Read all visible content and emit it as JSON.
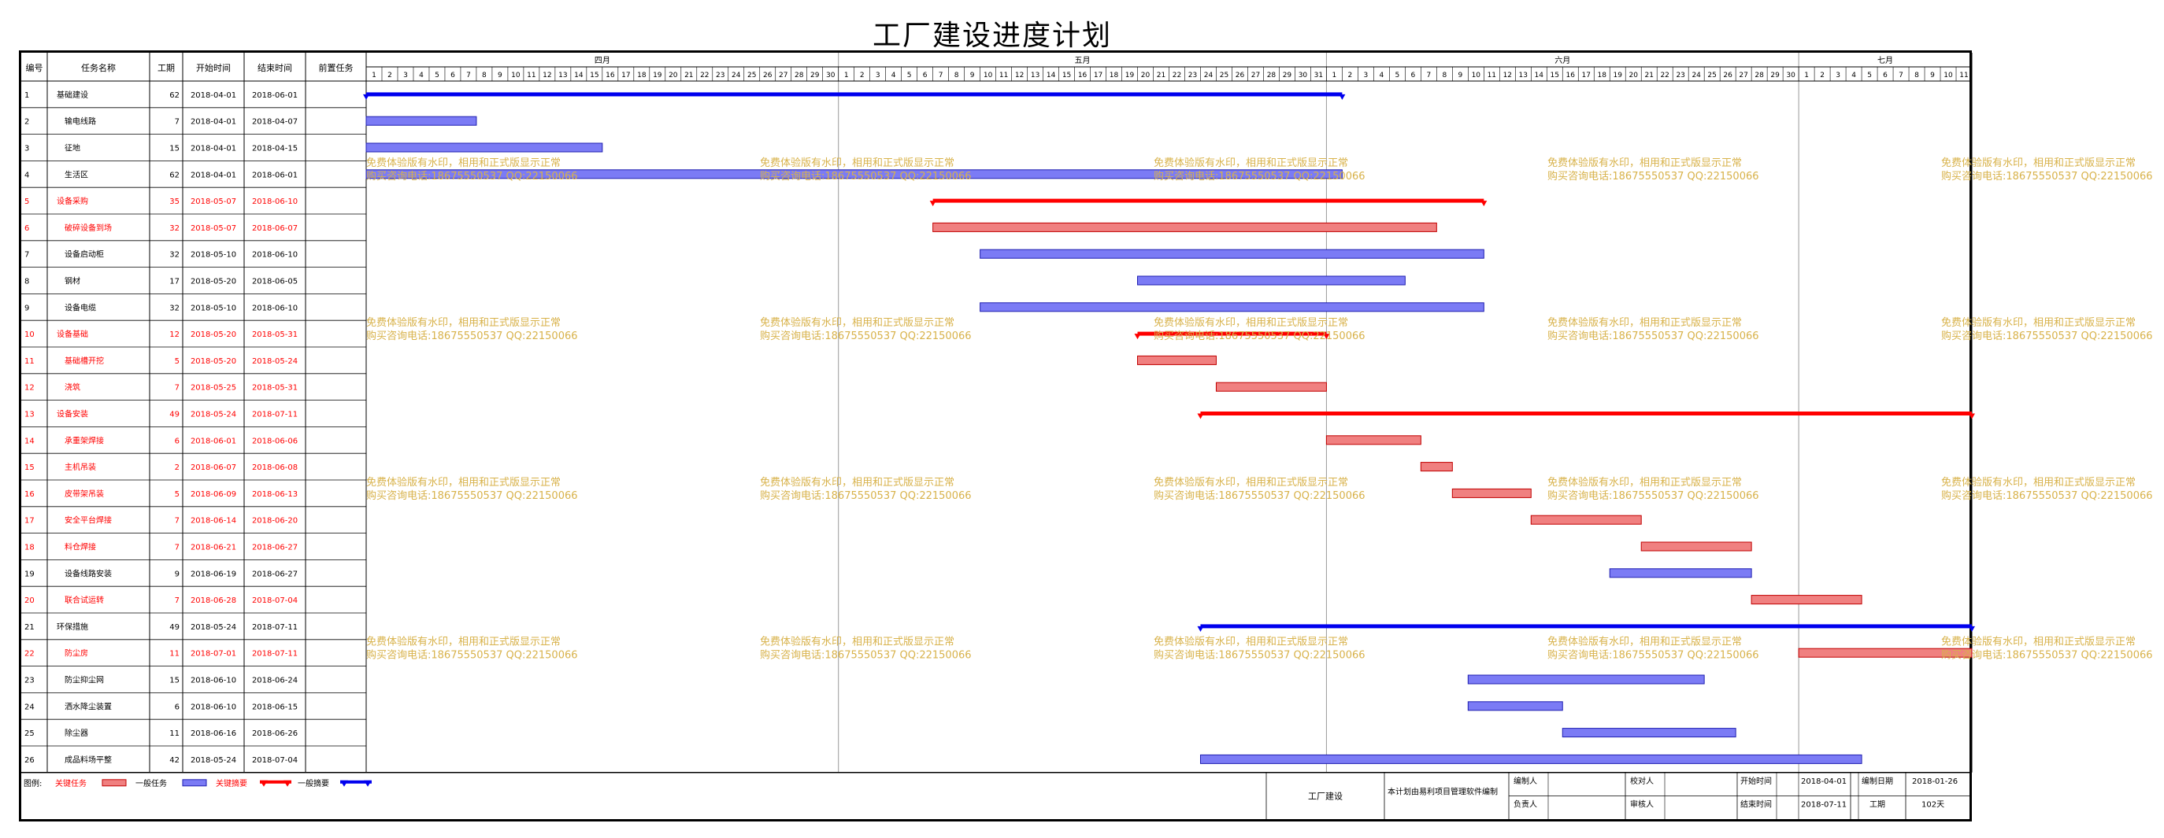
{
  "title": "工厂建设进度计划",
  "headers": {
    "id": "编号",
    "name": "任务名称",
    "duration": "工期",
    "start": "开始时间",
    "end": "结束时间",
    "pred": "前置任务"
  },
  "months": [
    {
      "name": "四月",
      "days": 30
    },
    {
      "name": "五月",
      "days": 31
    },
    {
      "name": "六月",
      "days": 30
    },
    {
      "name": "七月",
      "days": 11
    }
  ],
  "colors": {
    "critical": "#ff0000",
    "critical_bar": "#f08080",
    "normal_bar": "#7b7bf5",
    "normal_summary": "#0000ee",
    "text_red": "#ff0000",
    "text_black": "#000000",
    "watermark": "#d8b24a"
  },
  "chart_data": {
    "type": "gantt",
    "title": "工厂建设进度计划",
    "start_date": "2018-04-01",
    "end_date": "2018-07-11",
    "tasks": [
      {
        "id": "1",
        "name": "基础建设",
        "duration": "62",
        "start": "2018-04-01",
        "end": "2018-06-01",
        "critical": false,
        "summary": true,
        "indent": 0
      },
      {
        "id": "2",
        "name": "输电线路",
        "duration": "7",
        "start": "2018-04-01",
        "end": "2018-04-07",
        "critical": false,
        "summary": false,
        "indent": 1
      },
      {
        "id": "3",
        "name": "征地",
        "duration": "15",
        "start": "2018-04-01",
        "end": "2018-04-15",
        "critical": false,
        "summary": false,
        "indent": 1
      },
      {
        "id": "4",
        "name": "生活区",
        "duration": "62",
        "start": "2018-04-01",
        "end": "2018-06-01",
        "critical": false,
        "summary": false,
        "indent": 1
      },
      {
        "id": "5",
        "name": "设备采购",
        "duration": "35",
        "start": "2018-05-07",
        "end": "2018-06-10",
        "critical": true,
        "summary": true,
        "indent": 0
      },
      {
        "id": "6",
        "name": "破碎设备到场",
        "duration": "32",
        "start": "2018-05-07",
        "end": "2018-06-07",
        "critical": true,
        "summary": false,
        "indent": 1
      },
      {
        "id": "7",
        "name": "设备启动柜",
        "duration": "32",
        "start": "2018-05-10",
        "end": "2018-06-10",
        "critical": false,
        "summary": false,
        "indent": 1
      },
      {
        "id": "8",
        "name": "钢材",
        "duration": "17",
        "start": "2018-05-20",
        "end": "2018-06-05",
        "critical": false,
        "summary": false,
        "indent": 1
      },
      {
        "id": "9",
        "name": "设备电缆",
        "duration": "32",
        "start": "2018-05-10",
        "end": "2018-06-10",
        "critical": false,
        "summary": false,
        "indent": 1
      },
      {
        "id": "10",
        "name": "设备基础",
        "duration": "12",
        "start": "2018-05-20",
        "end": "2018-05-31",
        "critical": true,
        "summary": true,
        "indent": 0
      },
      {
        "id": "11",
        "name": "基础槽开挖",
        "duration": "5",
        "start": "2018-05-20",
        "end": "2018-05-24",
        "critical": true,
        "summary": false,
        "indent": 1
      },
      {
        "id": "12",
        "name": "浇筑",
        "duration": "7",
        "start": "2018-05-25",
        "end": "2018-05-31",
        "critical": true,
        "summary": false,
        "indent": 1
      },
      {
        "id": "13",
        "name": "设备安装",
        "duration": "49",
        "start": "2018-05-24",
        "end": "2018-07-11",
        "critical": true,
        "summary": true,
        "indent": 0
      },
      {
        "id": "14",
        "name": "承重架焊接",
        "duration": "6",
        "start": "2018-06-01",
        "end": "2018-06-06",
        "critical": true,
        "summary": false,
        "indent": 1
      },
      {
        "id": "15",
        "name": "主机吊装",
        "duration": "2",
        "start": "2018-06-07",
        "end": "2018-06-08",
        "critical": true,
        "summary": false,
        "indent": 1
      },
      {
        "id": "16",
        "name": "皮带架吊装",
        "duration": "5",
        "start": "2018-06-09",
        "end": "2018-06-13",
        "critical": true,
        "summary": false,
        "indent": 1
      },
      {
        "id": "17",
        "name": "安全平台焊接",
        "duration": "7",
        "start": "2018-06-14",
        "end": "2018-06-20",
        "critical": true,
        "summary": false,
        "indent": 1
      },
      {
        "id": "18",
        "name": "料仓焊接",
        "duration": "7",
        "start": "2018-06-21",
        "end": "2018-06-27",
        "critical": true,
        "summary": false,
        "indent": 1
      },
      {
        "id": "19",
        "name": "设备线路安装",
        "duration": "9",
        "start": "2018-06-19",
        "end": "2018-06-27",
        "critical": false,
        "summary": false,
        "indent": 1
      },
      {
        "id": "20",
        "name": "联合试运转",
        "duration": "7",
        "start": "2018-06-28",
        "end": "2018-07-04",
        "critical": true,
        "summary": false,
        "indent": 1
      },
      {
        "id": "21",
        "name": "环保措施",
        "duration": "49",
        "start": "2018-05-24",
        "end": "2018-07-11",
        "critical": false,
        "summary": true,
        "indent": 0
      },
      {
        "id": "22",
        "name": "防尘房",
        "duration": "11",
        "start": "2018-07-01",
        "end": "2018-07-11",
        "critical": true,
        "summary": false,
        "indent": 1
      },
      {
        "id": "23",
        "name": "防尘抑尘网",
        "duration": "15",
        "start": "2018-06-10",
        "end": "2018-06-24",
        "critical": false,
        "summary": false,
        "indent": 1
      },
      {
        "id": "24",
        "name": "洒水降尘装置",
        "duration": "6",
        "start": "2018-06-10",
        "end": "2018-06-15",
        "critical": false,
        "summary": false,
        "indent": 1
      },
      {
        "id": "25",
        "name": "除尘器",
        "duration": "11",
        "start": "2018-06-16",
        "end": "2018-06-26",
        "critical": false,
        "summary": false,
        "indent": 1
      },
      {
        "id": "26",
        "name": "成品料场平整",
        "duration": "42",
        "start": "2018-05-24",
        "end": "2018-07-04",
        "critical": false,
        "summary": false,
        "indent": 1
      }
    ]
  },
  "legend": {
    "label": "图例:",
    "critical_task": "关键任务",
    "normal_task": "一般任务",
    "critical_summary": "关键摘要",
    "normal_summary": "一般摘要"
  },
  "footer": {
    "project": "工厂建设",
    "note": "本计划由易利项目管理软件编制",
    "editor_label": "编制人",
    "reviewer_label": "校对人",
    "owner_label": "负责人",
    "auditor_label": "审核人",
    "start_label": "开始时间",
    "start_value": "2018-04-01",
    "end_label": "结束时间",
    "end_value": "2018-07-11",
    "made_label": "编制日期",
    "made_value": "2018-01-26",
    "duration_label": "工期",
    "duration_value": "102天"
  },
  "watermark": {
    "line1": "免费体验版有水印，相用和正式版显示正常",
    "line2": "购买咨询电话:18675550537 QQ:22150066"
  }
}
